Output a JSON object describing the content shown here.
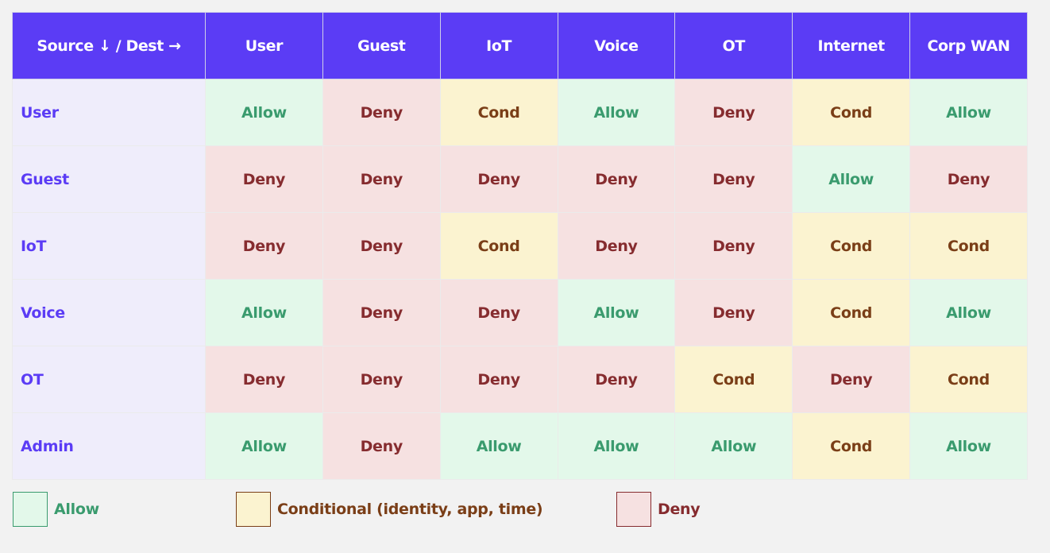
{
  "colors": {
    "header_bg": "#5b3cf5",
    "header_text": "#ffffff",
    "row_header_bg": "#efedfb",
    "row_header_text": "#5b3cf5",
    "allow_bg": "#e3f8ea",
    "allow_text": "#3a9b6e",
    "cond_bg": "#fbf3d0",
    "cond_text": "#7a3e17",
    "deny_bg": "#f6e1e1",
    "deny_text": "#862c2f",
    "page_bg": "#f2f2f2"
  },
  "matrix": {
    "corner_label": "Source ↓ / Dest →",
    "columns": [
      "User",
      "Guest",
      "IoT",
      "Voice",
      "OT",
      "Internet",
      "Corp WAN"
    ],
    "rows": [
      {
        "source": "User",
        "cells": [
          "Allow",
          "Deny",
          "Cond",
          "Allow",
          "Deny",
          "Cond",
          "Allow"
        ]
      },
      {
        "source": "Guest",
        "cells": [
          "Deny",
          "Deny",
          "Deny",
          "Deny",
          "Deny",
          "Allow",
          "Deny"
        ]
      },
      {
        "source": "IoT",
        "cells": [
          "Deny",
          "Deny",
          "Cond",
          "Deny",
          "Deny",
          "Cond",
          "Cond"
        ]
      },
      {
        "source": "Voice",
        "cells": [
          "Allow",
          "Deny",
          "Deny",
          "Allow",
          "Deny",
          "Cond",
          "Allow"
        ]
      },
      {
        "source": "OT",
        "cells": [
          "Deny",
          "Deny",
          "Deny",
          "Deny",
          "Cond",
          "Deny",
          "Cond"
        ]
      },
      {
        "source": "Admin",
        "cells": [
          "Allow",
          "Deny",
          "Allow",
          "Allow",
          "Allow",
          "Cond",
          "Allow"
        ]
      }
    ]
  },
  "legend": {
    "allow_label": "Allow",
    "cond_label": "Conditional (identity, app, time)",
    "deny_label": "Deny"
  }
}
